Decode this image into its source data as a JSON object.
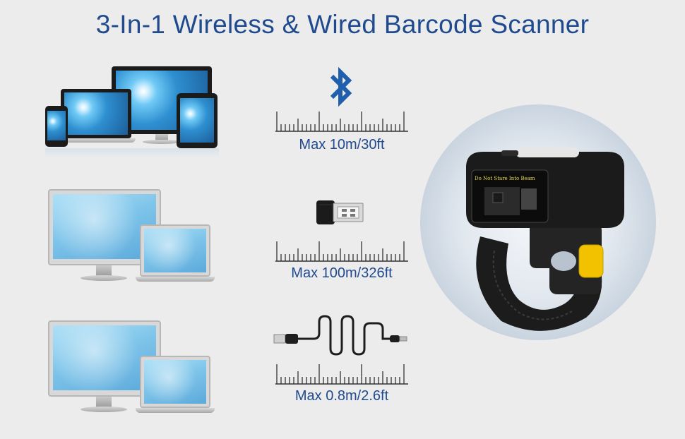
{
  "title": "3-In-1 Wireless & Wired Barcode Scanner",
  "connections": [
    {
      "label": "Max 10m/30ft",
      "icon": "bluetooth-icon"
    },
    {
      "label": "Max 100m/326ft",
      "icon": "usb-dongle-icon"
    },
    {
      "label": "Max 0.8m/2.6ft",
      "icon": "usb-cable-icon"
    }
  ],
  "scanner": {
    "window_text": "Do Not Stare Into Beam"
  },
  "colors": {
    "title": "#1f4a8e",
    "bluetooth": "#1f5fae",
    "trigger": "#f2c100"
  }
}
